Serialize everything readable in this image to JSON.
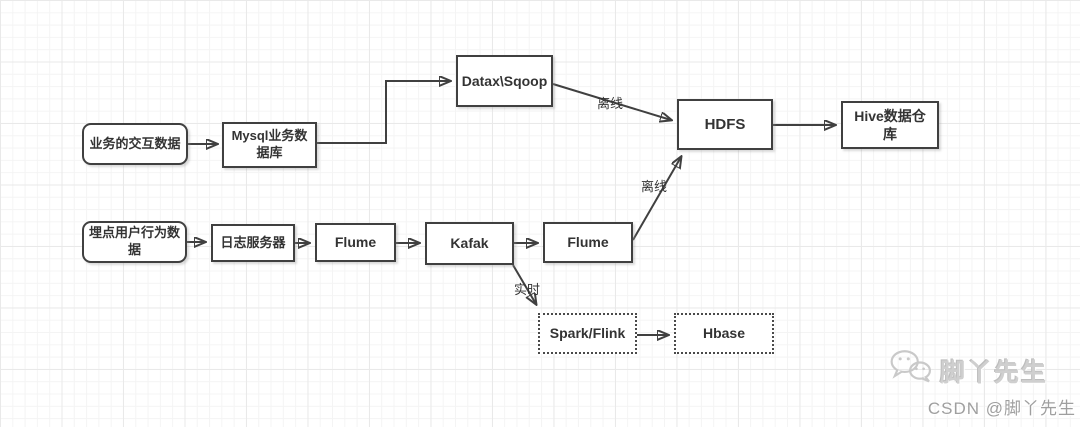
{
  "diagram": {
    "nodes": {
      "biz_data": {
        "label": "业务的交互数据"
      },
      "mysql": {
        "label": "Mysql业务数据库"
      },
      "datax": {
        "label": "Datax\\Sqoop"
      },
      "hdfs": {
        "label": "HDFS"
      },
      "hive": {
        "label": "Hive数据仓库"
      },
      "user_behavior": {
        "label": "埋点用户行为数据"
      },
      "log_server": {
        "label": "日志服务器"
      },
      "flume_collect": {
        "label": "Flume"
      },
      "kafak": {
        "label": "Kafak"
      },
      "flume_sink": {
        "label": "Flume"
      },
      "spark_flink": {
        "label": "Spark/Flink"
      },
      "hbase": {
        "label": "Hbase"
      }
    },
    "edge_labels": {
      "offline_sqoop": "离线",
      "offline_flume": "离线",
      "realtime": "实时"
    },
    "colors": {
      "node_border": "#404040",
      "node_fill": "#ffffff",
      "edge": "#404040",
      "text": "#333333",
      "grid_minor": "#f4f4f4",
      "grid_major": "#e9e9e9"
    }
  },
  "watermark": {
    "icon": "wechat-icon",
    "brand": "脚丫先生",
    "csdn_line": "CSDN @脚丫先生",
    "brand_color": "#cfcfcf",
    "csdn_color": "#9f9f9f"
  }
}
